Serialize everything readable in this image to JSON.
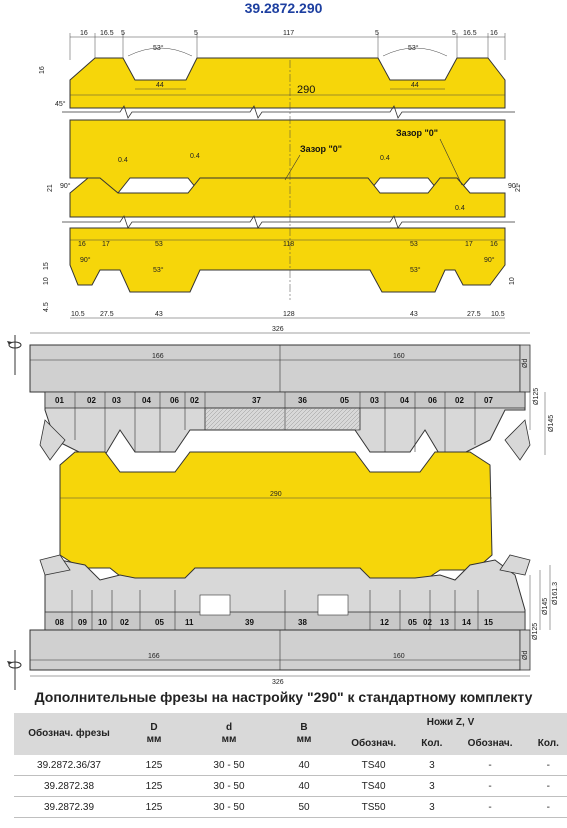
{
  "title": "39.2872.290",
  "top_diagram": {
    "dims_top": [
      "16",
      "16.5",
      "5",
      "5",
      "117",
      "5",
      "5",
      "16.5",
      "16"
    ],
    "angle": "53°",
    "width_44": "44",
    "overall": "290",
    "left_16": "16",
    "left_angle": "45°",
    "v21": "21",
    "angle90": "90°",
    "chamfer": "0.4",
    "gap_label": "Зазор \"0\"",
    "dims_bottom": [
      "16",
      "17",
      "53",
      "118",
      "53",
      "17",
      "16"
    ],
    "left_vert": [
      "15",
      "10",
      "4.5"
    ],
    "right_10": "10",
    "dims_base": [
      "10.5",
      "27.5",
      "43",
      "128",
      "43",
      "27.5",
      "10.5"
    ]
  },
  "assembly": {
    "overall": "326",
    "half_left": "166",
    "half_right": "160",
    "blank": "290",
    "right_dims_top": [
      "Ød",
      "Ø125",
      "Ø145"
    ],
    "right_dims_bottom": [
      "Ø125",
      "Ø145",
      "Ø161.3",
      "Ød"
    ],
    "top_parts": [
      "01",
      "02",
      "03",
      "04",
      "06",
      "02",
      "37",
      "36",
      "05",
      "03",
      "04",
      "06",
      "02",
      "07"
    ],
    "bottom_parts": [
      "08",
      "09",
      "10",
      "02",
      "05",
      "11",
      "39",
      "38",
      "12",
      "05",
      "02",
      "13",
      "14",
      "15"
    ]
  },
  "table": {
    "heading": "Дополнительные фрезы на настройку \"290\" к стандартному комплекту",
    "headers": {
      "code": "Обознач. фрезы",
      "D": "D",
      "d": "d",
      "B": "B",
      "unit": "мм",
      "knives": "Ножи Z, V",
      "k_code1": "Обознач.",
      "k_qty1": "Кол.",
      "k_code2": "Обознач.",
      "k_qty2": "Кол."
    },
    "rows": [
      [
        "39.2872.36/37",
        "125",
        "30 - 50",
        "40",
        "TS40",
        "3",
        "-",
        "-"
      ],
      [
        "39.2872.38",
        "125",
        "30 - 50",
        "40",
        "TS40",
        "3",
        "-",
        "-"
      ],
      [
        "39.2872.39",
        "125",
        "30 - 50",
        "50",
        "TS50",
        "3",
        "-",
        "-"
      ]
    ]
  },
  "colors": {
    "yellow": "#f6d60a",
    "title_blue": "#1d3fa0",
    "grey": "#d0d0d0",
    "outline": "#333333"
  }
}
